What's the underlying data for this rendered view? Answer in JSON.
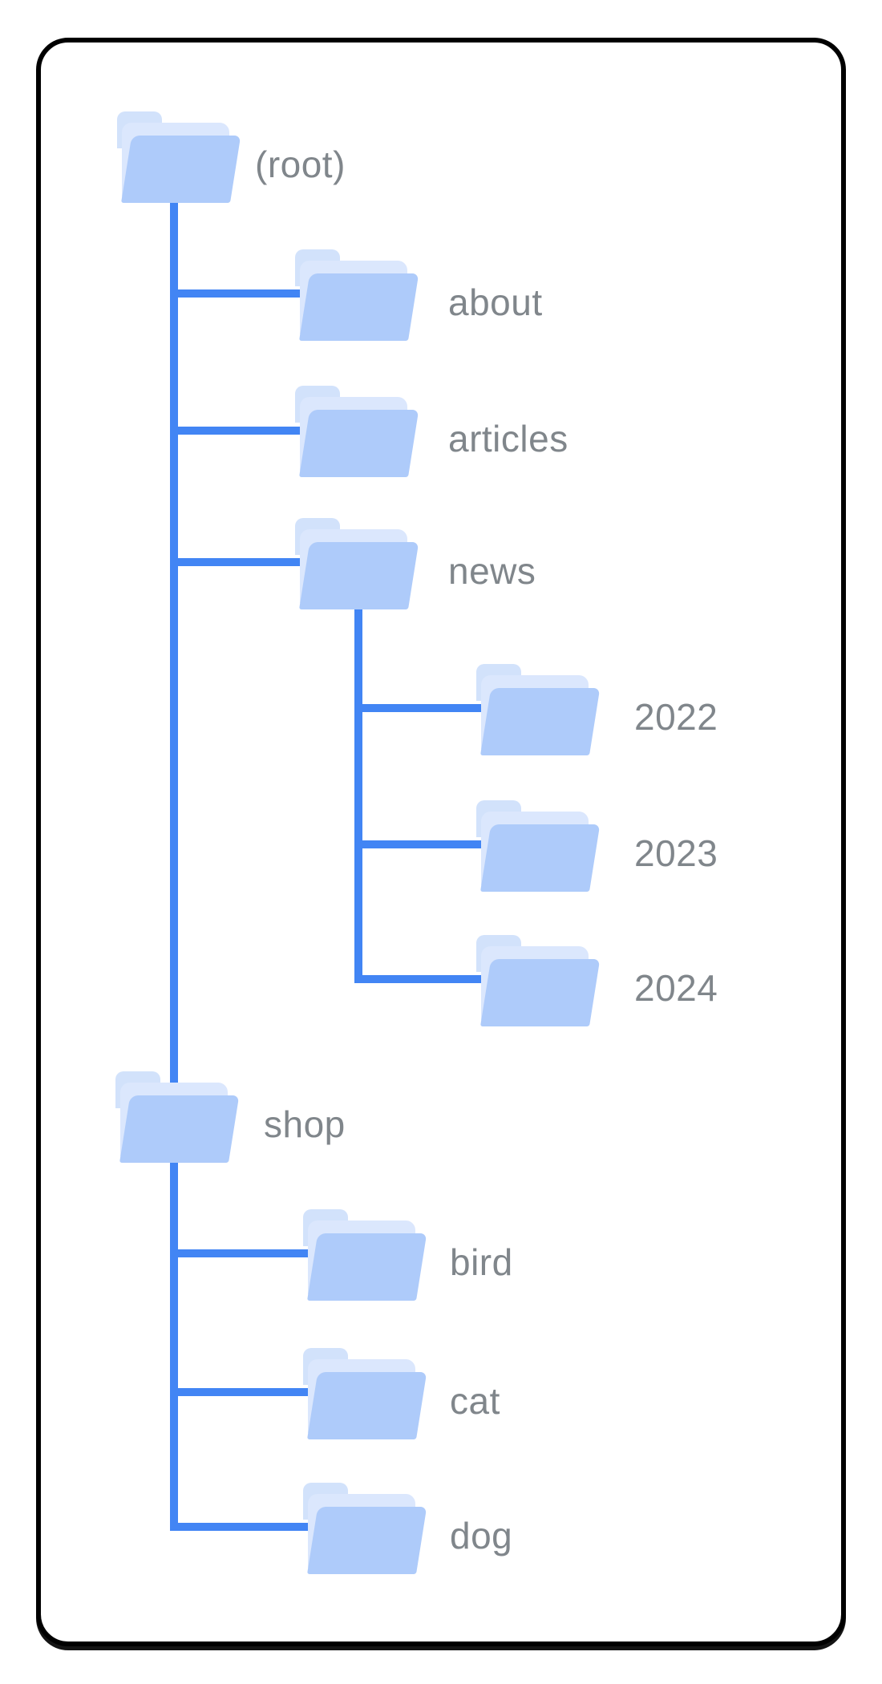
{
  "colors": {
    "line": "#4285f4",
    "folder_front": "#aecbfa",
    "folder_back": "#d2e2fb",
    "folder_mid": "#dbe7fd",
    "label": "#80868b",
    "card_border": "#000000",
    "card_background": "#ffffff"
  },
  "tree": {
    "description": "site directory structure diagram",
    "nodes": [
      {
        "id": "root",
        "label": "(root)",
        "parent": null,
        "depth": 0
      },
      {
        "id": "about",
        "label": "about",
        "parent": "root",
        "depth": 1
      },
      {
        "id": "articles",
        "label": "articles",
        "parent": "root",
        "depth": 1
      },
      {
        "id": "news",
        "label": "news",
        "parent": "root",
        "depth": 1
      },
      {
        "id": "2022",
        "label": "2022",
        "parent": "news",
        "depth": 2
      },
      {
        "id": "2023",
        "label": "2023",
        "parent": "news",
        "depth": 2
      },
      {
        "id": "2024",
        "label": "2024",
        "parent": "news",
        "depth": 2
      },
      {
        "id": "shop",
        "label": "shop",
        "parent": "root",
        "depth": 1
      },
      {
        "id": "bird",
        "label": "bird",
        "parent": "shop",
        "depth": 2
      },
      {
        "id": "cat",
        "label": "cat",
        "parent": "shop",
        "depth": 2
      },
      {
        "id": "dog",
        "label": "dog",
        "parent": "shop",
        "depth": 2
      }
    ]
  }
}
